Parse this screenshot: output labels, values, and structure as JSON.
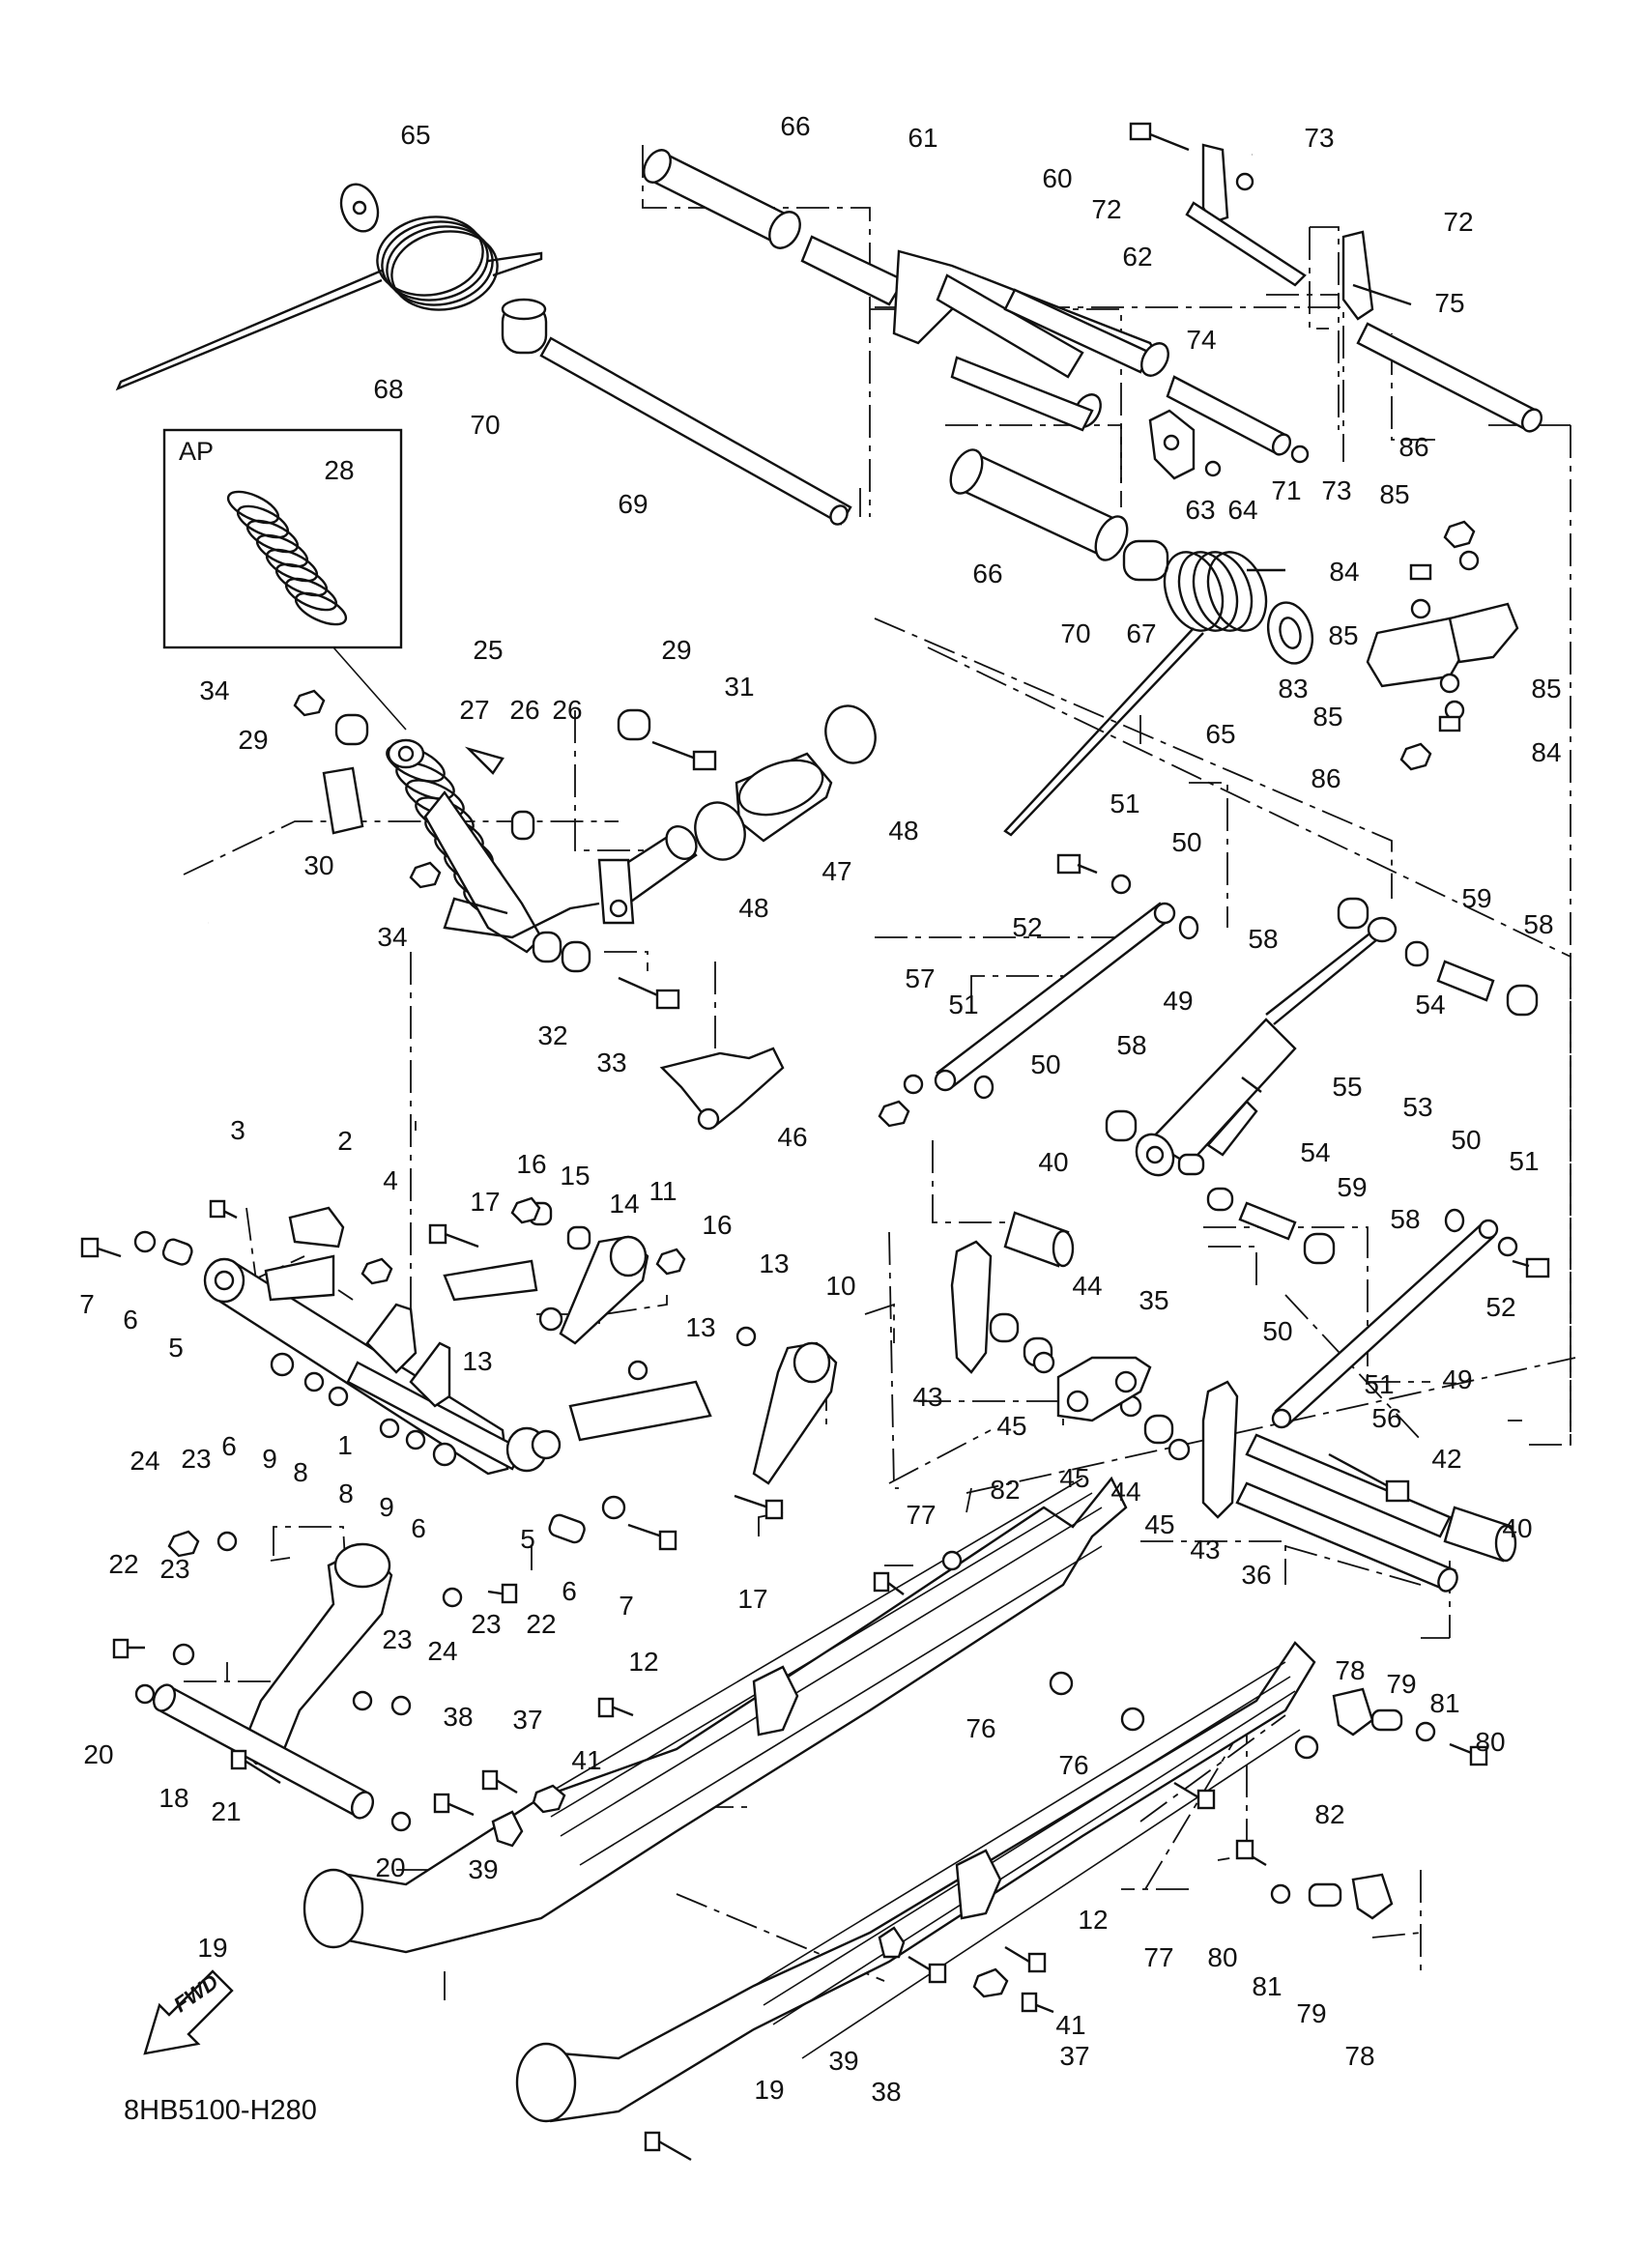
{
  "diagram": {
    "code": "8HB5100-H280",
    "inset_label": "AP",
    "fwd_label": "FWD",
    "callouts": [
      {
        "id": "c65a",
        "label": "65"
      },
      {
        "id": "c68",
        "label": "68"
      },
      {
        "id": "c70a",
        "label": "70"
      },
      {
        "id": "c69",
        "label": "69"
      },
      {
        "id": "c66a",
        "label": "66"
      },
      {
        "id": "c61",
        "label": "61"
      },
      {
        "id": "c60",
        "label": "60"
      },
      {
        "id": "c62",
        "label": "62"
      },
      {
        "id": "c72a",
        "label": "72"
      },
      {
        "id": "c73a",
        "label": "73"
      },
      {
        "id": "c72b",
        "label": "72"
      },
      {
        "id": "c74",
        "label": "74"
      },
      {
        "id": "c75",
        "label": "75"
      },
      {
        "id": "c63",
        "label": "63"
      },
      {
        "id": "c64",
        "label": "64"
      },
      {
        "id": "c71",
        "label": "71"
      },
      {
        "id": "c73b",
        "label": "73"
      },
      {
        "id": "c86a",
        "label": "86"
      },
      {
        "id": "c85a",
        "label": "85"
      },
      {
        "id": "c84a",
        "label": "84"
      },
      {
        "id": "c85b",
        "label": "85"
      },
      {
        "id": "c66b",
        "label": "66"
      },
      {
        "id": "c70b",
        "label": "70"
      },
      {
        "id": "c67",
        "label": "67"
      },
      {
        "id": "c65b",
        "label": "65"
      },
      {
        "id": "c83",
        "label": "83"
      },
      {
        "id": "c85c",
        "label": "85"
      },
      {
        "id": "c85d",
        "label": "85"
      },
      {
        "id": "c84b",
        "label": "84"
      },
      {
        "id": "c86b",
        "label": "86"
      },
      {
        "id": "c28",
        "label": "28"
      },
      {
        "id": "c25",
        "label": "25"
      },
      {
        "id": "c27",
        "label": "27"
      },
      {
        "id": "c26a",
        "label": "26"
      },
      {
        "id": "c26b",
        "label": "26"
      },
      {
        "id": "c29a",
        "label": "29"
      },
      {
        "id": "c31",
        "label": "31"
      },
      {
        "id": "c34a",
        "label": "34"
      },
      {
        "id": "c29b",
        "label": "29"
      },
      {
        "id": "c30",
        "label": "30"
      },
      {
        "id": "c34b",
        "label": "34"
      },
      {
        "id": "c48a",
        "label": "48"
      },
      {
        "id": "c47",
        "label": "47"
      },
      {
        "id": "c48b",
        "label": "48"
      },
      {
        "id": "c32",
        "label": "32"
      },
      {
        "id": "c33",
        "label": "33"
      },
      {
        "id": "c46",
        "label": "46"
      },
      {
        "id": "c51a",
        "label": "51"
      },
      {
        "id": "c50a",
        "label": "50"
      },
      {
        "id": "c52a",
        "label": "52"
      },
      {
        "id": "c49a",
        "label": "49"
      },
      {
        "id": "c57",
        "label": "57"
      },
      {
        "id": "c51b",
        "label": "51"
      },
      {
        "id": "c50b",
        "label": "50"
      },
      {
        "id": "c58a",
        "label": "58"
      },
      {
        "id": "c59a",
        "label": "59"
      },
      {
        "id": "c58b",
        "label": "58"
      },
      {
        "id": "c54a",
        "label": "54"
      },
      {
        "id": "c53",
        "label": "53"
      },
      {
        "id": "c58c",
        "label": "58"
      },
      {
        "id": "c55",
        "label": "55"
      },
      {
        "id": "c54b",
        "label": "54"
      },
      {
        "id": "c40a",
        "label": "40"
      },
      {
        "id": "c59b",
        "label": "59"
      },
      {
        "id": "c58d",
        "label": "58"
      },
      {
        "id": "c50c",
        "label": "50"
      },
      {
        "id": "c51c",
        "label": "51"
      },
      {
        "id": "c52b",
        "label": "52"
      },
      {
        "id": "c49b",
        "label": "49"
      },
      {
        "id": "c3",
        "label": "3"
      },
      {
        "id": "c2",
        "label": "2"
      },
      {
        "id": "c4",
        "label": "4"
      },
      {
        "id": "c16a",
        "label": "16"
      },
      {
        "id": "c15",
        "label": "15"
      },
      {
        "id": "c14",
        "label": "14"
      },
      {
        "id": "c11",
        "label": "11"
      },
      {
        "id": "c17a",
        "label": "17"
      },
      {
        "id": "c16b",
        "label": "16"
      },
      {
        "id": "c7a",
        "label": "7"
      },
      {
        "id": "c6a",
        "label": "6"
      },
      {
        "id": "c5a",
        "label": "5"
      },
      {
        "id": "c13a",
        "label": "13"
      },
      {
        "id": "c13b",
        "label": "13"
      },
      {
        "id": "c13c",
        "label": "13"
      },
      {
        "id": "c10",
        "label": "10"
      },
      {
        "id": "c44a",
        "label": "44"
      },
      {
        "id": "c35",
        "label": "35"
      },
      {
        "id": "c43a",
        "label": "43"
      },
      {
        "id": "c45a",
        "label": "45"
      },
      {
        "id": "c6b",
        "label": "6"
      },
      {
        "id": "c9a",
        "label": "9"
      },
      {
        "id": "c8a",
        "label": "8"
      },
      {
        "id": "c1",
        "label": "1"
      },
      {
        "id": "c8b",
        "label": "8"
      },
      {
        "id": "c9b",
        "label": "9"
      },
      {
        "id": "c6c",
        "label": "6"
      },
      {
        "id": "c45b",
        "label": "45"
      },
      {
        "id": "c44b",
        "label": "44"
      },
      {
        "id": "c45c",
        "label": "45"
      },
      {
        "id": "c43b",
        "label": "43"
      },
      {
        "id": "c50d",
        "label": "50"
      },
      {
        "id": "c51d",
        "label": "51"
      },
      {
        "id": "c56",
        "label": "56"
      },
      {
        "id": "c42",
        "label": "42"
      },
      {
        "id": "c36",
        "label": "36"
      },
      {
        "id": "c40b",
        "label": "40"
      },
      {
        "id": "c24a",
        "label": "24"
      },
      {
        "id": "c23a",
        "label": "23"
      },
      {
        "id": "c5b",
        "label": "5"
      },
      {
        "id": "c6d",
        "label": "6"
      },
      {
        "id": "c7b",
        "label": "7"
      },
      {
        "id": "c17b",
        "label": "17"
      },
      {
        "id": "c82a",
        "label": "82"
      },
      {
        "id": "c77a",
        "label": "77"
      },
      {
        "id": "c22a",
        "label": "22"
      },
      {
        "id": "c23b",
        "label": "23"
      },
      {
        "id": "c23c",
        "label": "23"
      },
      {
        "id": "c22b",
        "label": "22"
      },
      {
        "id": "c23d",
        "label": "23"
      },
      {
        "id": "c24b",
        "label": "24"
      },
      {
        "id": "c20a",
        "label": "20"
      },
      {
        "id": "c12a",
        "label": "12"
      },
      {
        "id": "c38a",
        "label": "38"
      },
      {
        "id": "c37a",
        "label": "37"
      },
      {
        "id": "c41a",
        "label": "41"
      },
      {
        "id": "c76a",
        "label": "76"
      },
      {
        "id": "c76b",
        "label": "76"
      },
      {
        "id": "c78a",
        "label": "78"
      },
      {
        "id": "c79a",
        "label": "79"
      },
      {
        "id": "c81a",
        "label": "81"
      },
      {
        "id": "c80a",
        "label": "80"
      },
      {
        "id": "c82b",
        "label": "82"
      },
      {
        "id": "c18",
        "label": "18"
      },
      {
        "id": "c21",
        "label": "21"
      },
      {
        "id": "c39a",
        "label": "39"
      },
      {
        "id": "c20b",
        "label": "20"
      },
      {
        "id": "c19a",
        "label": "19"
      },
      {
        "id": "c12b",
        "label": "12"
      },
      {
        "id": "c77b",
        "label": "77"
      },
      {
        "id": "c80b",
        "label": "80"
      },
      {
        "id": "c81b",
        "label": "81"
      },
      {
        "id": "c79b",
        "label": "79"
      },
      {
        "id": "c78b",
        "label": "78"
      },
      {
        "id": "c41b",
        "label": "41"
      },
      {
        "id": "c37b",
        "label": "37"
      },
      {
        "id": "c39b",
        "label": "39"
      },
      {
        "id": "c38b",
        "label": "38"
      },
      {
        "id": "c19b",
        "label": "19"
      }
    ]
  }
}
